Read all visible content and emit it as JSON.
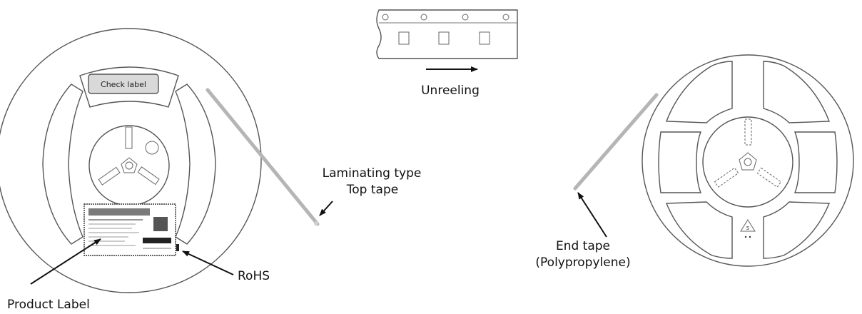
{
  "labels": {
    "check_label": "Check label",
    "unreeling": "Unreeling",
    "laminating_line1": "Laminating type",
    "laminating_line2": "Top tape",
    "rohs": "RoHS",
    "product_label": "Product Label",
    "end_tape_line1": "End tape",
    "end_tape_line2": "(Polypropylene)"
  },
  "colors": {
    "line": "#555555",
    "tape": "#b5b5b5",
    "label_fill": "#d9d9d9",
    "text": "#111111"
  }
}
